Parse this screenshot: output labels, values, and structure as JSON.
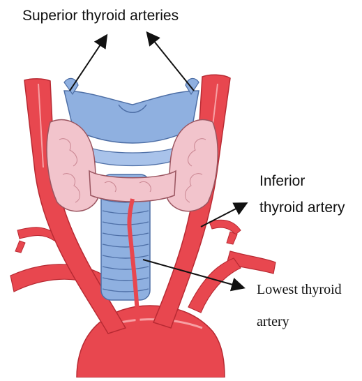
{
  "labels": {
    "superior_thyroid_arteries": "Superior thyroid arteries",
    "inferior_thyroid_artery_line1": "Inferior",
    "inferior_thyroid_artery_line2": "thyroid artery",
    "lowest_thyroid_artery_line1": "Lowest thyroid",
    "lowest_thyroid_artery_line2": "artery"
  },
  "colors": {
    "artery": "#e8474f",
    "artery_dark": "#b82a33",
    "thyroid_gland": "#f2c4cc",
    "thyroid_outline": "#9a5560",
    "cartilage": "#8fb0e0",
    "cartilage_dark": "#4e6fa6",
    "text": "#111111"
  }
}
